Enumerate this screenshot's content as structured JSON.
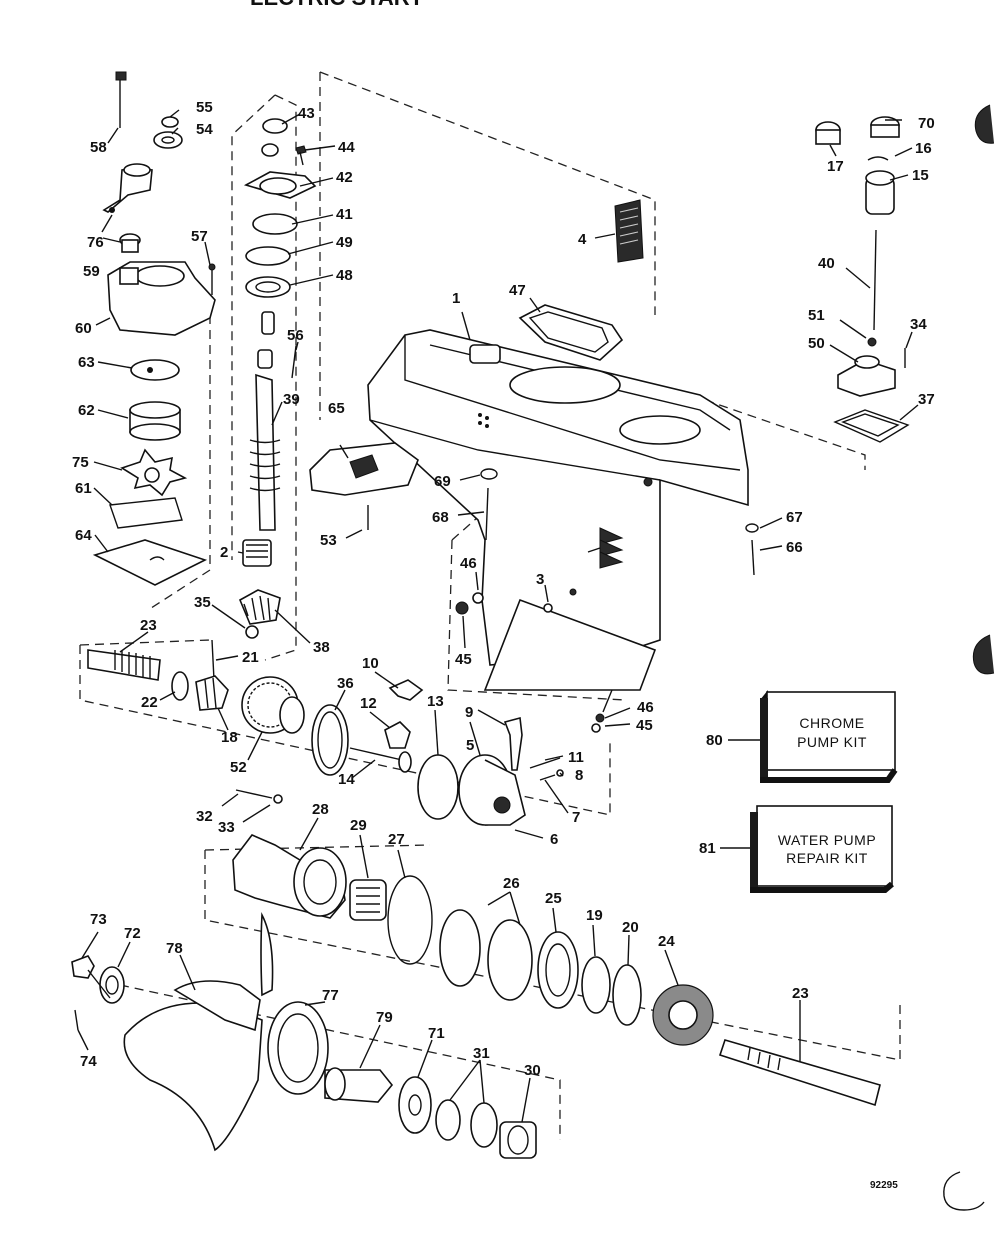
{
  "header_text": "LECTRIC START",
  "figure_number": "92295",
  "kits": [
    {
      "callout": "80",
      "line1": "CHROME",
      "line2": "PUMP KIT"
    },
    {
      "callout": "81",
      "line1": "WATER PUMP",
      "line2": "REPAIR KIT"
    }
  ],
  "callouts": {
    "c1": "1",
    "c2": "2",
    "c3": "3",
    "c4": "4",
    "c5": "5",
    "c6": "6",
    "c7": "7",
    "c8": "8",
    "c9": "9",
    "c10": "10",
    "c11": "11",
    "c12": "12",
    "c13": "13",
    "c14": "14",
    "c15": "15",
    "c16": "16",
    "c17": "17",
    "c19": "19",
    "c20": "20",
    "c21": "21",
    "c22": "22",
    "c23a": "23",
    "c23b": "23",
    "c24": "24",
    "c25": "25",
    "c26": "26",
    "c27": "27",
    "c28": "28",
    "c29": "29",
    "c30": "30",
    "c31": "31",
    "c32": "32",
    "c33": "33",
    "c34": "34",
    "c35": "35",
    "c36": "36",
    "c37": "37",
    "c38": "38",
    "c39": "39",
    "c40": "40",
    "c41": "41",
    "c42": "42",
    "c43": "43",
    "c44": "44",
    "c45a": "45",
    "c45b": "45",
    "c46a": "46",
    "c46b": "46",
    "c47": "47",
    "c48": "48",
    "c49": "49",
    "c50": "50",
    "c51": "51",
    "c52": "52",
    "c53": "53",
    "c54": "54",
    "c55": "55",
    "c56": "56",
    "c57": "57",
    "c58": "58",
    "c59": "59",
    "c60": "60",
    "c61": "61",
    "c62": "62",
    "c63": "63",
    "c64": "64",
    "c65": "65",
    "c66": "66",
    "c67": "67",
    "c68": "68",
    "c69": "69",
    "c70": "70",
    "c71": "71",
    "c72": "72",
    "c73": "73",
    "c74": "74",
    "c75": "75",
    "c76": "76",
    "c77": "77",
    "c78": "78",
    "c79": "79",
    "c18": "18"
  }
}
